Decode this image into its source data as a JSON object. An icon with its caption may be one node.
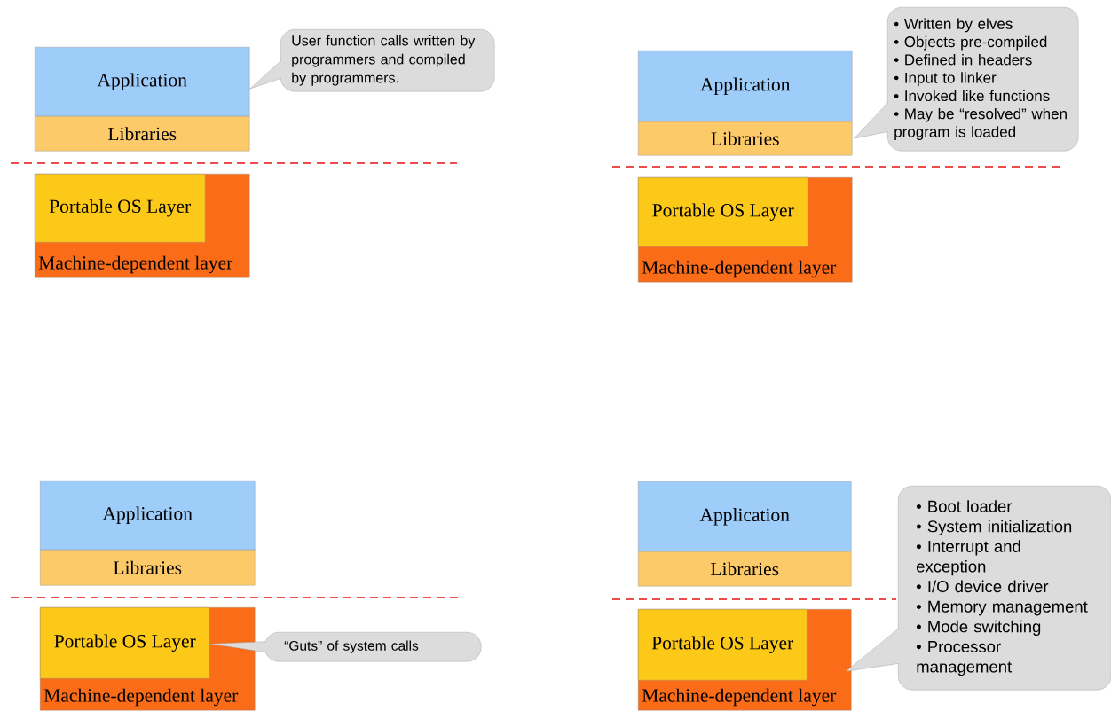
{
  "diagram": {
    "nodes": [
      {
        "text": [
          "Application"
        ]
      },
      {
        "text": [
          "Libraries"
        ]
      },
      {
        "text": [
          "Machine-dependent layer"
        ]
      },
      {
        "text": [
          "Portable OS Layer"
        ],
        "in": 2
      },
      {
        "text": [
          "User function calls written by programmers and compiled by programmers."
        ]
      },
      {
        "text": [
          "Application"
        ]
      },
      {
        "text": [
          "Libraries"
        ]
      },
      {
        "text": [
          "Machine-dependent layer"
        ]
      },
      {
        "text": [
          "Portable OS Layer"
        ],
        "in": 7
      },
      {
        "text": [
          "• Written by elves",
          "• Objects pre-compiled",
          "• Defined in headers",
          "• Input to linker",
          "• Invoked like functions",
          "• May be “resolved” when program is loaded"
        ]
      },
      {
        "text": [
          "Application"
        ]
      },
      {
        "text": [
          "Libraries"
        ]
      },
      {
        "text": [
          "Machine-dependent layer"
        ]
      },
      {
        "text": [
          "Portable OS Layer"
        ],
        "in": 12
      },
      {
        "text": [
          "“Guts” of system calls"
        ]
      },
      {
        "text": [
          "Application"
        ]
      },
      {
        "text": [
          "Libraries"
        ]
      },
      {
        "text": [
          "Machine-dependent layer"
        ]
      },
      {
        "text": [
          "Portable OS Layer"
        ],
        "in": 17
      },
      {
        "text": [
          "• Boot loader",
          "• System initialization",
          "• Interrupt and exception",
          "• I/O device driver",
          "• Memory management",
          "• Mode switching",
          "• Processor management"
        ]
      }
    ],
    "edges": [
      {
        "from": 4,
        "to": 0,
        "arrow": "to"
      },
      {
        "from": 9,
        "to": 6,
        "arrow": "to"
      },
      {
        "from": 14,
        "to": 13,
        "arrow": "to"
      },
      {
        "from": 19,
        "to": 17,
        "arrow": "to"
      }
    ]
  }
}
